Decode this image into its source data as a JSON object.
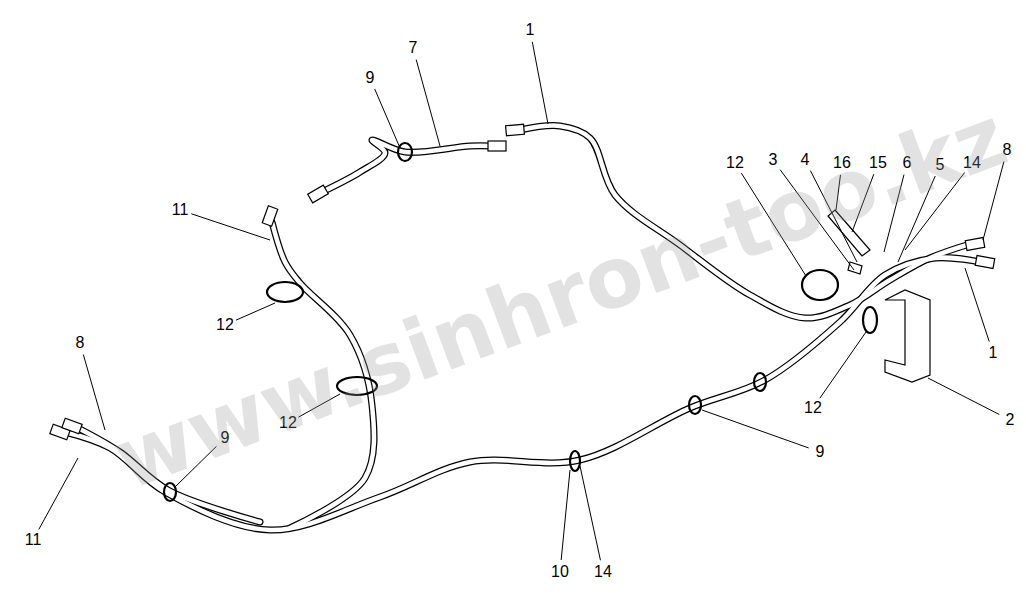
{
  "diagram": {
    "labels": [
      "1",
      "7",
      "9",
      "11",
      "12",
      "12",
      "8",
      "11",
      "9",
      "10",
      "14",
      "9",
      "12",
      "2",
      "1",
      "8",
      "14",
      "5",
      "6",
      "15",
      "16",
      "4",
      "3",
      "12",
      "www.sinhron-too.kz"
    ]
  }
}
